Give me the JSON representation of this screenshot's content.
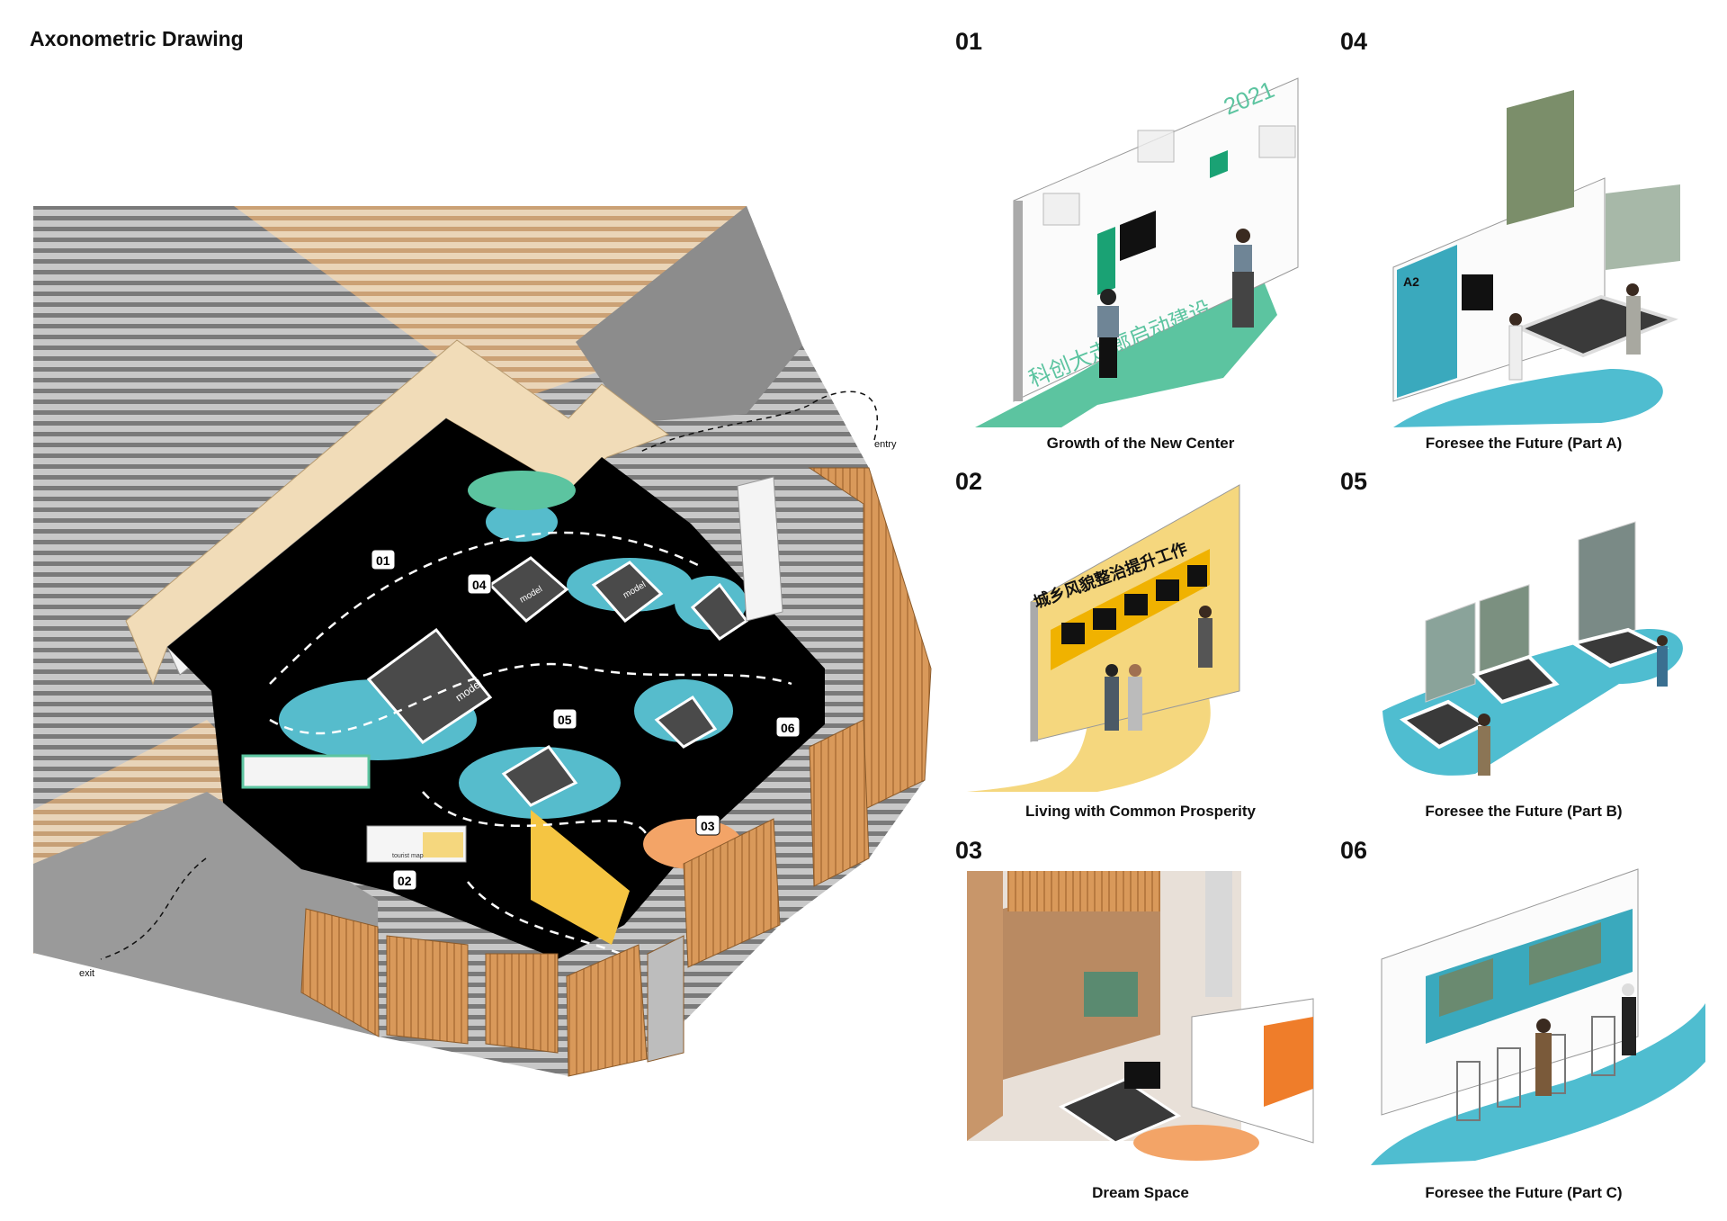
{
  "title": "Axonometric Drawing",
  "drawing": {
    "entry_label": "entry",
    "exit_label": "exit",
    "tourist_map_label": "tourist map",
    "model_label": "model",
    "markers": [
      "01",
      "02",
      "03",
      "04",
      "05",
      "06"
    ]
  },
  "panels": [
    {
      "number": "01",
      "caption": "Growth of the New Center",
      "wall_year": "2021",
      "wall_text": "科创大走廊启动建设",
      "accent": "#5cc4a0"
    },
    {
      "number": "02",
      "caption": "Living with Common Prosperity",
      "wall_text": "城乡风貌整治提升工作",
      "accent": "#f5d77e"
    },
    {
      "number": "03",
      "caption": "Dream Space",
      "accent": "#f3a467"
    },
    {
      "number": "04",
      "caption": "Foresee the Future (Part A)",
      "wall_text": "A2",
      "accent": "#4fbdd0"
    },
    {
      "number": "05",
      "caption": "Foresee the Future (Part B)",
      "accent": "#4fbdd0"
    },
    {
      "number": "06",
      "caption": "Foresee the Future (Part C)",
      "accent": "#4fbdd0"
    }
  ],
  "colors": {
    "floor": "#000000",
    "teal": "#56bccc",
    "wood": "#d9995a",
    "cream": "#f1dcb8",
    "roof": "#b3b3b3"
  }
}
